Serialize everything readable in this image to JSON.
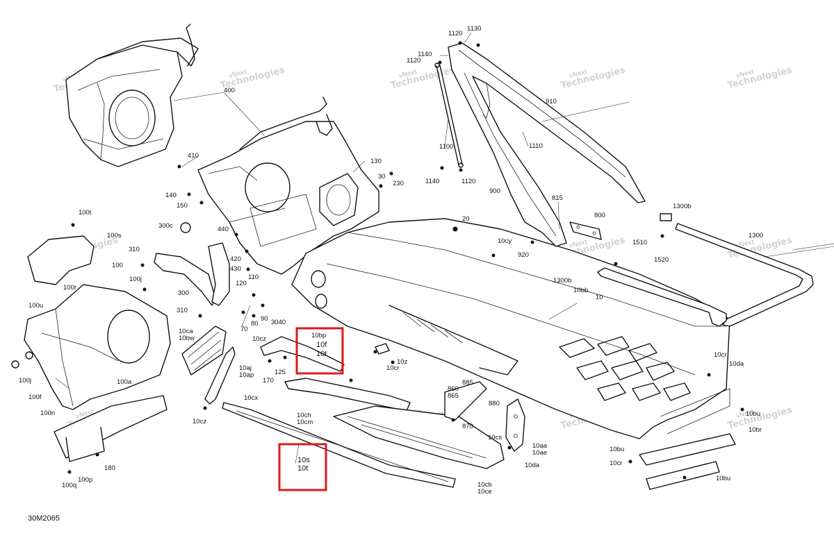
{
  "diagram_code": "30M2065",
  "watermark": {
    "brand_line": "vNext",
    "name_line": "Technologies"
  },
  "part_labels": [
    "1130",
    "1120",
    "1140",
    "1120",
    "900",
    "910",
    "1100",
    "1110",
    "1140",
    "1120",
    "815",
    "800",
    "920",
    "1300b",
    "1300",
    "1510",
    "1520",
    "1300b",
    "10",
    "10bb",
    "10cy",
    "20",
    "410",
    "130",
    "30",
    "230",
    "140",
    "150",
    "300c",
    "440",
    "420",
    "430",
    "120",
    "110",
    "90",
    "80",
    "70",
    "3040",
    "10bp",
    "10cz",
    "125",
    "170",
    "10f",
    "10t",
    "10z",
    "10cr",
    "10ca",
    "10bw",
    "10aj",
    "10ap",
    "10cx",
    "10cz",
    "100t",
    "100s",
    "310",
    "100r",
    "100u",
    "100j",
    "100",
    "300",
    "310",
    "100a",
    "100j",
    "100f",
    "100n",
    "100p",
    "100q",
    "180",
    "10ch",
    "10cm",
    "860",
    "865",
    "885",
    "880",
    "870",
    "10s",
    "10t",
    "10cs",
    "10aa",
    "10ae",
    "10da",
    "10cb",
    "10ce",
    "10cr",
    "10da",
    "10bu",
    "10br",
    "10bu",
    "10cr",
    "10bu",
    "400"
  ]
}
